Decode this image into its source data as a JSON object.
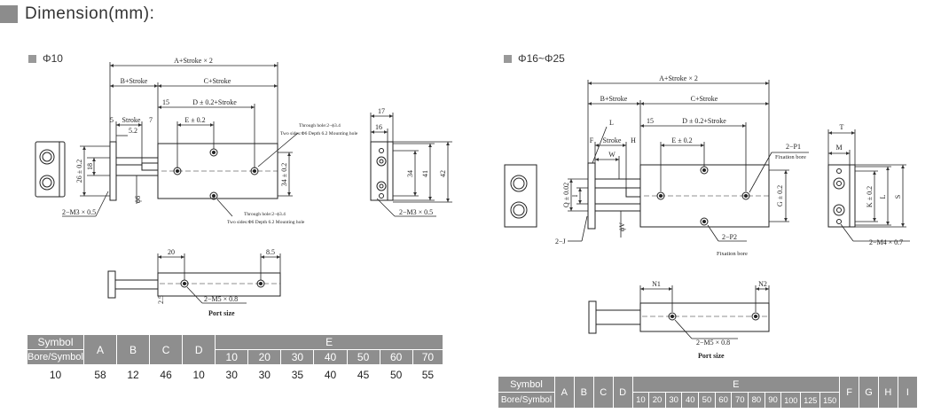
{
  "header": {
    "title": "Dimension(mm):"
  },
  "left": {
    "subtitle": "Φ10",
    "labels": {
      "a_stroke": "A+Stroke × 2",
      "b_stroke": "B+Stroke",
      "c_stroke": "C+Stroke",
      "d_stroke": "D ± 0.2+Stroke",
      "e": "E ± 0.2",
      "n15": "15",
      "n5": "5",
      "stroke": "Stroke",
      "n7": "7",
      "n52": "5.2",
      "thru_top1": "Through hole:2−ϕ3.4",
      "thru_top2": "Two sides:Φ6 Depth 6.2 Mounting hole",
      "thru_bot1": "Through hole:2−ϕ3.4",
      "thru_bot2": "Two sides:Φ6 Depth 6.2 Mounting hole",
      "n26": "26 ± 0.2",
      "n18": "18",
      "phi6": "ϕ6",
      "n34": "34 ± 0.2",
      "m3_left": "2−M3 × 0.5",
      "n17": "17",
      "n16": "16",
      "n34b": "34",
      "n41": "41",
      "n42": "42",
      "m3_right": "2−M3 × 0.5",
      "n20": "20",
      "n85": "8.5",
      "n25": "2.5",
      "m5": "2−M5 × 0.8",
      "port": "Port size"
    },
    "table": {
      "symbol": "Symbol",
      "bore_symbol": "Bore/Symbol",
      "cols": [
        "A",
        "B",
        "C",
        "D"
      ],
      "e_head": "E",
      "e_cols": [
        "10",
        "20",
        "30",
        "40",
        "50",
        "60",
        "70"
      ],
      "row": [
        "10",
        "58",
        "12",
        "46",
        "10",
        "30",
        "30",
        "35",
        "40",
        "45",
        "50",
        "55"
      ]
    }
  },
  "right": {
    "subtitle": "Φ16~Φ25",
    "labels": {
      "a_stroke": "A+Stroke × 2",
      "b_stroke": "B+Stroke",
      "c_stroke": "C+Stroke",
      "d_stroke": "D ± 0.2+Stroke",
      "e": "E ± 0.2",
      "n15": "15",
      "L": "L",
      "F": "F",
      "stroke": "Stroke",
      "H": "H",
      "W": "W",
      "q": "Q ± 0.02",
      "I": "I",
      "phiv": "ϕV",
      "g": "G ± 0.2",
      "p1": "2−P1",
      "fix1": "Fixation bore",
      "p2": "2−P2",
      "fix2": "Fixation bore",
      "j": "2−J",
      "T": "T",
      "M": "M",
      "k": "K ± 0.2",
      "L2": "L",
      "S": "S",
      "m4": "2−M4 × 0.7",
      "n1": "N1",
      "n2": "N2",
      "m5": "2−M5 × 0.8",
      "port": "Port size"
    },
    "table": {
      "symbol": "Symbol",
      "bore_symbol": "Bore/Symbol",
      "cols": [
        "A",
        "B",
        "C",
        "D"
      ],
      "e_head": "E",
      "e_cols": [
        "10",
        "20",
        "30",
        "40",
        "50",
        "60",
        "70",
        "80",
        "90",
        "100",
        "125",
        "150"
      ],
      "tail_cols": [
        "F",
        "G",
        "H",
        "I"
      ]
    }
  }
}
